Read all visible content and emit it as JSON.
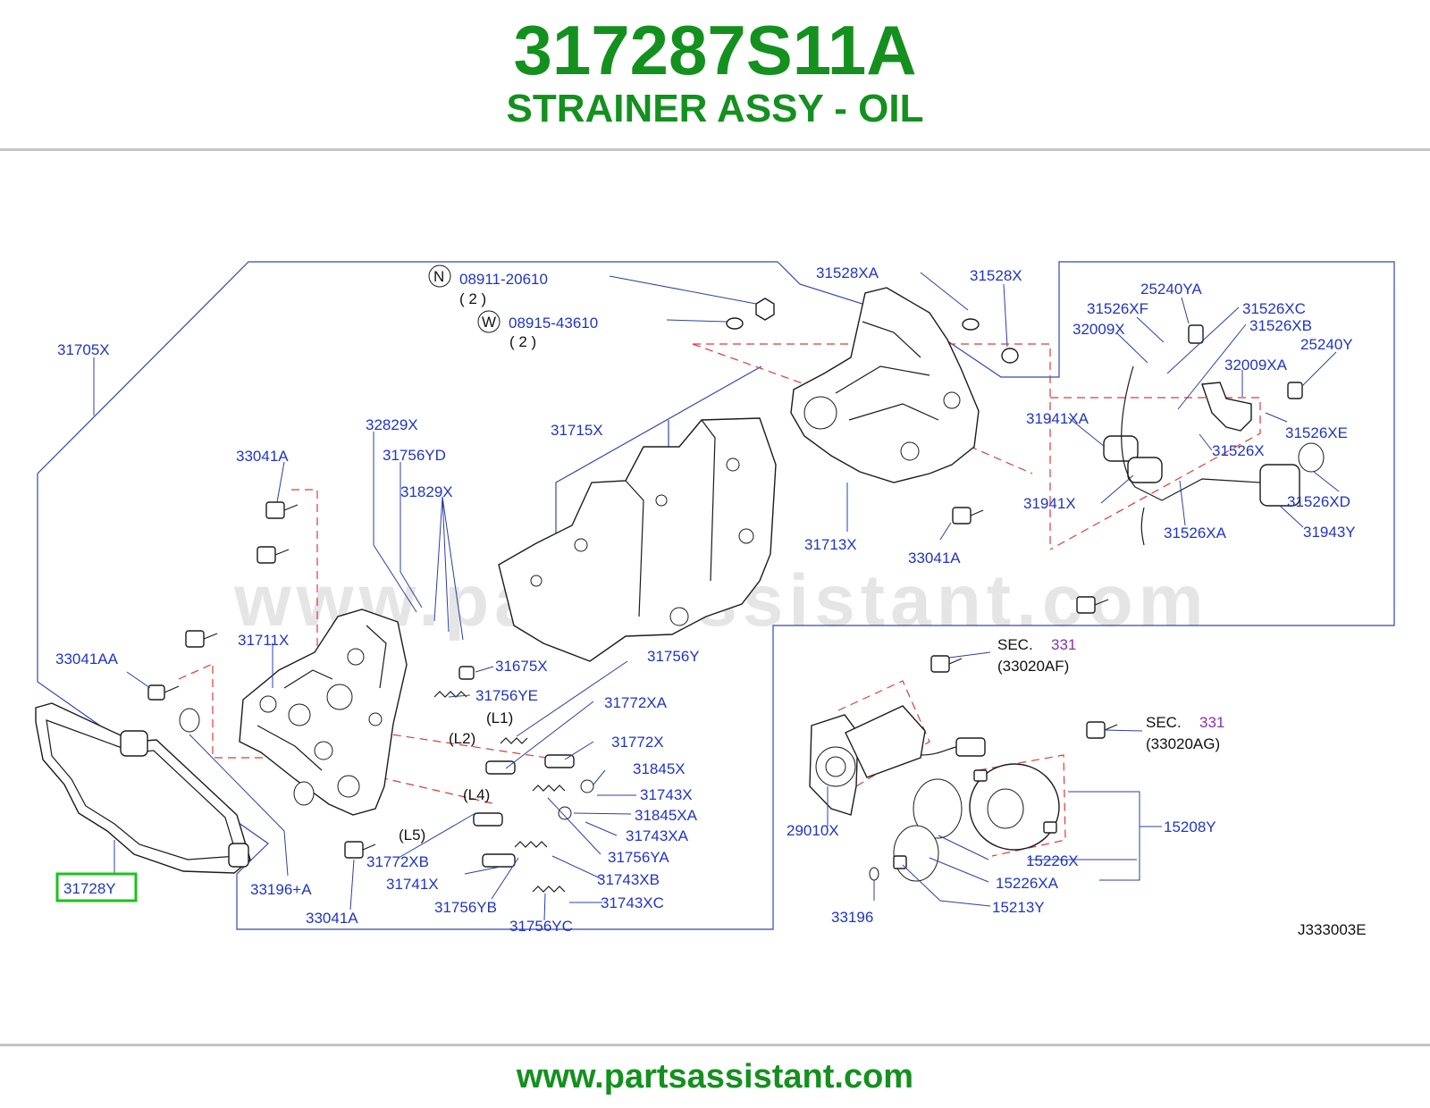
{
  "header": {
    "part_number": "317287S11A",
    "part_name": "STRAINER ASSY - OIL"
  },
  "footer": {
    "url": "www.partsassistant.com"
  },
  "watermark": {
    "text": "www.partsassistant.com"
  },
  "diagram": {
    "code": "J333003E",
    "highlighted_part": "31728Y",
    "highlight_color": "#1cc21c",
    "label_color": "#1f35c8",
    "brand_color": "#14901f",
    "symbols": {
      "n": "N",
      "w": "W"
    },
    "labels": {
      "p08911": "08911-20610",
      "q2a": "( 2 )",
      "p08915": "08915-43610",
      "q2b": "( 2 )",
      "p31528xa": "31528XA",
      "p31528x": "31528X",
      "p25240ya": "25240YA",
      "p31526xf": "31526XF",
      "p31526xc": "31526XC",
      "p32009x": "32009X",
      "p31526xb": "31526XB",
      "p25240y": "25240Y",
      "p32009xa": "32009XA",
      "p31941xa": "31941XA",
      "p31526xe": "31526XE",
      "p31526x": "31526X",
      "p31941x": "31941X",
      "p31526xd": "31526XD",
      "p31526xa": "31526XA",
      "p31943y": "31943Y",
      "p31705x": "31705X",
      "p32829x": "32829X",
      "p31756yd": "31756YD",
      "p33041a1": "33041A",
      "p31829x": "31829X",
      "p31715x": "31715X",
      "p31713x": "31713X",
      "p33041a2": "33041A",
      "p31711x": "31711X",
      "p31675x": "31675X",
      "p31756y": "31756Y",
      "p33041aa": "33041AA",
      "p31756ye": "31756YE",
      "l1": "(L1)",
      "p31772xa": "31772XA",
      "l2": "(L2)",
      "p31772x": "31772X",
      "p31845x": "31845X",
      "l4": "(L4)",
      "p31743x": "31743X",
      "p31845xa": "31845XA",
      "l5": "(L5)",
      "p31743xa": "31743XA",
      "p31772xb": "31772XB",
      "p31756ya": "31756YA",
      "p31728y": "31728Y",
      "p33196a": "33196+A",
      "p31741x": "31741X",
      "p31743xb": "31743XB",
      "p31756yb": "31756YB",
      "p31743xc": "31743XC",
      "p33041a3": "33041A",
      "p31756yc": "31756YC",
      "sec1": "SEC.",
      "sec1num": "331",
      "sec1ref": "(33020AF)",
      "sec2": "SEC.",
      "sec2num": "331",
      "sec2ref": "(33020AG)",
      "p15208y": "15208Y",
      "p29010x": "29010X",
      "p15226x": "15226X",
      "p15226xa": "15226XA",
      "p33196": "33196",
      "p15213y": "15213Y"
    }
  }
}
